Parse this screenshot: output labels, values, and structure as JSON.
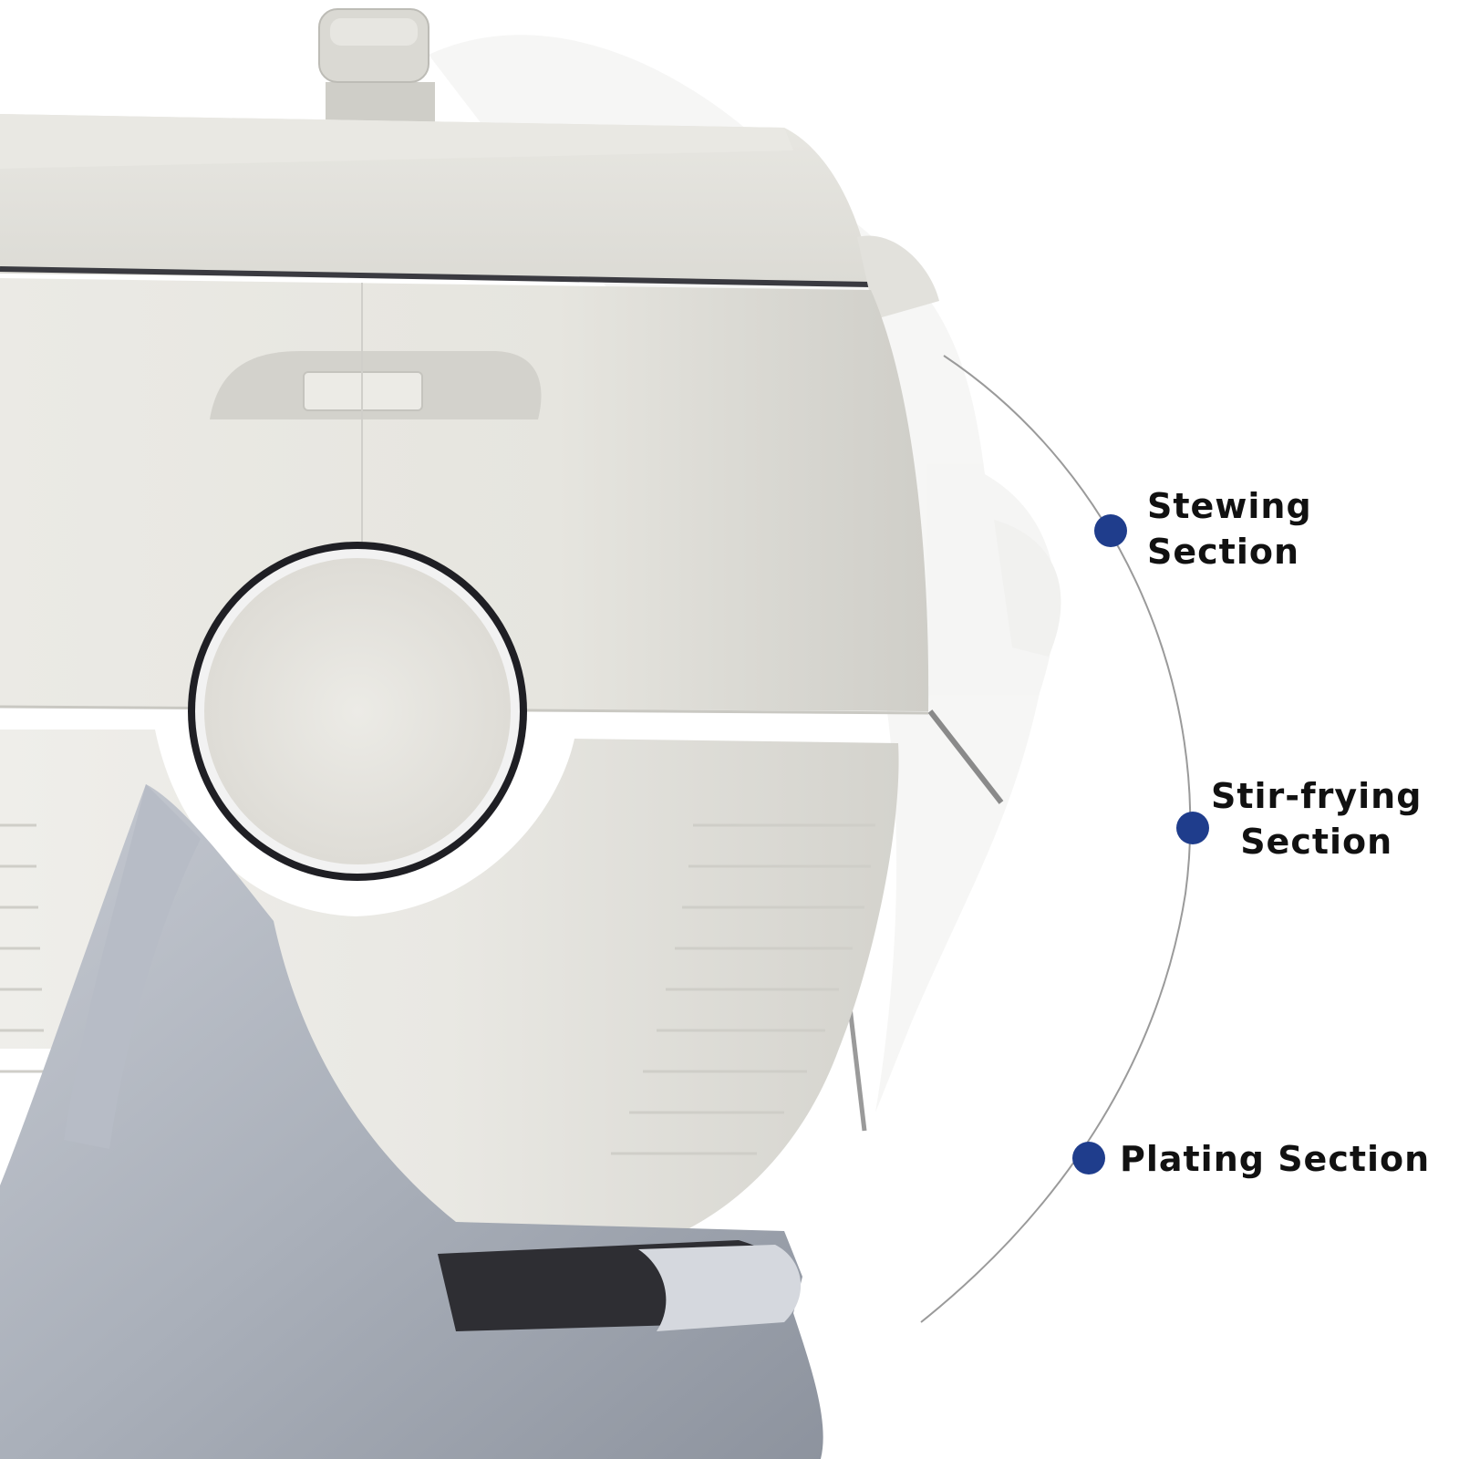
{
  "callouts": [
    {
      "line1": "Stewing",
      "line2": "Section"
    },
    {
      "line1": "Stir-frying",
      "line2": "Section"
    },
    {
      "line1": "Plating Section"
    }
  ],
  "colors": {
    "dot": "#1f3d8c",
    "body": "#e4e3dd",
    "base": "#a9aeb8",
    "ring": "#2a2a2e"
  }
}
